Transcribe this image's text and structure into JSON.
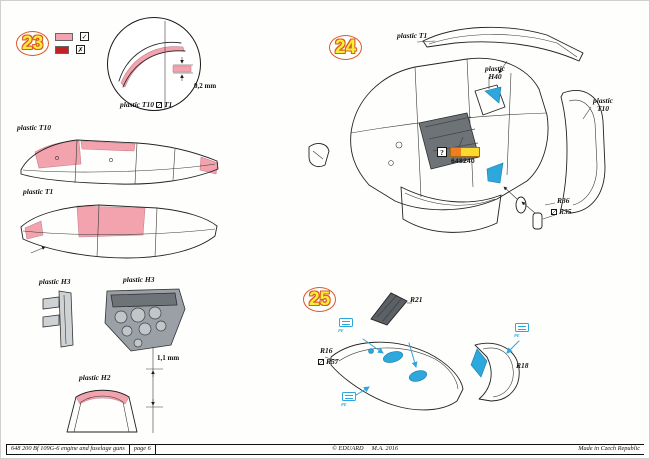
{
  "colors": {
    "highlight_pink": "#f2a3ad",
    "highlight_red": "#c42127",
    "highlight_blue": "#2ea7dd",
    "step_yellow": "#f9ee36",
    "step_outline_orange": "#da5a2a",
    "brassin_orange": "#ef7d23",
    "brassin_yellow": "#fbd92e"
  },
  "legend": {
    "check": "✓",
    "cross": "✗"
  },
  "step23": {
    "number": "23",
    "detail_dim": "0,2 mm",
    "detail_part_a": "plastic T10",
    "detail_part_b": "T1",
    "t10_label": "plastic T10",
    "t1_label": "plastic T1",
    "h3_left_label": "plastic H3",
    "h3_right_label": "plastic H3",
    "dim": "1,1 mm",
    "h2_label": "plastic H2"
  },
  "step24": {
    "number": "24",
    "t1_label": "plastic T1",
    "h40_label": "plastic H40",
    "t10_label": "plastic T10",
    "question_mark": "?",
    "set_number": "648240",
    "r36": "R36",
    "r35": "R35"
  },
  "step25": {
    "number": "25",
    "r21": "R21",
    "r16": "R16",
    "r57": "R57",
    "r18": "R18",
    "pe_caption": "PE"
  },
  "footer": {
    "left": "648 200   Bf 109G-6 engine and fuselage guns",
    "page": "page 6",
    "center_a": "© EDUARD",
    "center_b": "M.A. 2016",
    "right": "Made in Czech Republic"
  }
}
